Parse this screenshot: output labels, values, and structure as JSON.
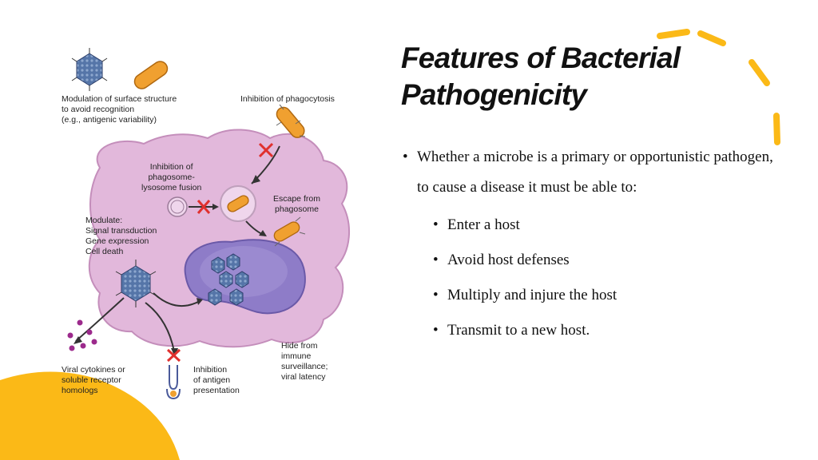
{
  "slide": {
    "title_line1": "Features of Bacterial",
    "title_line2": "Pathogenicity",
    "bullet_main": "Whether a microbe is a primary or opportunistic pathogen, to cause a disease it must be able to:",
    "sub_bullets": [
      "Enter a host",
      "Avoid host defenses",
      "Multiply and injure the host",
      "Transmit to a new host."
    ],
    "bullet_glyph": "•"
  },
  "figure": {
    "labels": {
      "modulation": "Modulation of surface structure\nto avoid recognition\n(e.g., antigenic variability)",
      "inhibition_phagocytosis": "Inhibition of phagocytosis",
      "inhibition_fusion": "Inhibition of\nphagosome-\nlysosome fusion",
      "escape": "Escape from\nphagosome",
      "modulate": "Modulate:\n  Signal transduction\n  Gene expression\n  Cell death",
      "viral_cytokines": "Viral cytokines or\nsoluble receptor\nhomologs",
      "inhibition_antigen": "Inhibition\nof antigen\npresentation",
      "hide": "Hide from\nimmune\nsurveillance;\nviral latency"
    }
  },
  "colors": {
    "accent_yellow": "#FBB917",
    "cell_fill": "#E2B8DB",
    "nucleus_fill": "#8E7CC8",
    "bacteria": "#F0A030",
    "virus": "#4F6FA0",
    "inhibit_x": "#E0302E"
  },
  "icons": [
    "virus-icon",
    "bacterium-icon",
    "inhibit-x-icon",
    "cytokine-dots-icon",
    "receptor-icon"
  ]
}
